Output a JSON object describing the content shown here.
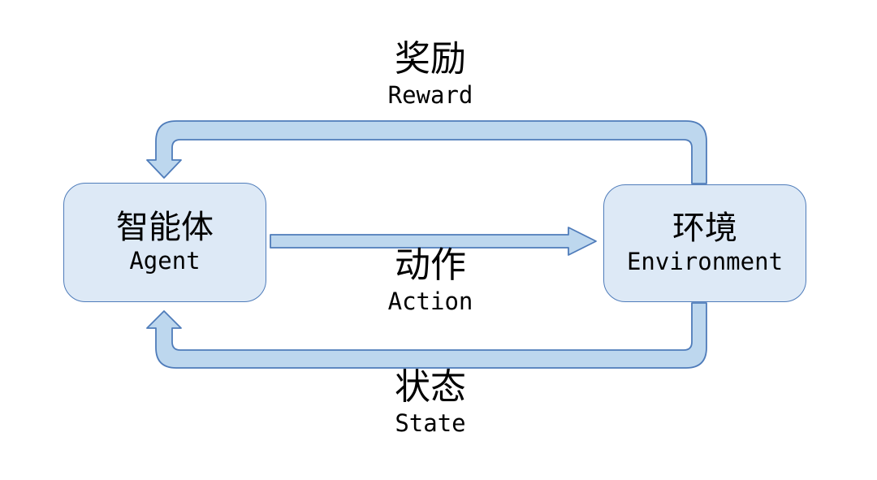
{
  "colors": {
    "background": "#ffffff",
    "band_fill": "#bdd7ee",
    "band_stroke": "#4f7cba",
    "box_fill": "#dde9f6",
    "box_stroke": "#4f7cba",
    "text": "#000000"
  },
  "nodes": {
    "agent": {
      "zh": "智能体",
      "en": "Agent"
    },
    "environment": {
      "zh": "环境",
      "en": "Environment"
    }
  },
  "edges": {
    "reward": {
      "zh": "奖励",
      "en": "Reward",
      "from": "environment",
      "to": "agent",
      "direction": "right-to-left-top-loop"
    },
    "action": {
      "zh": "动作",
      "en": "Action",
      "from": "agent",
      "to": "environment",
      "direction": "left-to-right-straight"
    },
    "state": {
      "zh": "状态",
      "en": "State",
      "from": "environment",
      "to": "agent",
      "direction": "right-to-left-bottom-loop"
    }
  }
}
